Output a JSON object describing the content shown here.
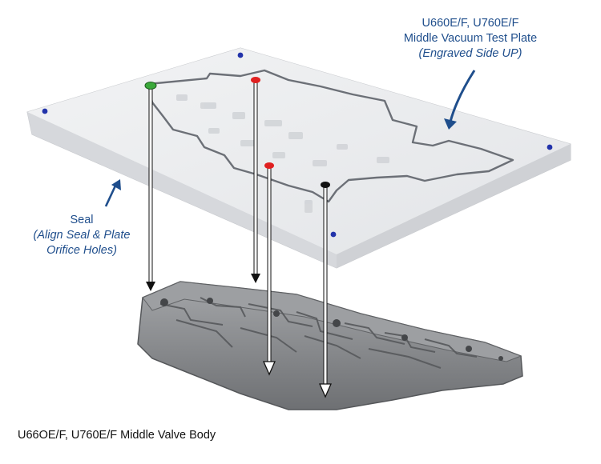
{
  "labels": {
    "plate": {
      "line1": "U660E/F, U760E/F",
      "line2": "Middle Vacuum Test Plate",
      "line3": "(Engraved Side UP)"
    },
    "seal": {
      "line1": "Seal",
      "line2": "(Align Seal & Plate",
      "line3": "Orifice Holes)"
    },
    "caption": "U66OE/F, U760E/F Middle Valve Body"
  },
  "colors": {
    "label_text": "#1f4e8c",
    "arrow_blue": "#1f4e8c",
    "plate_fill": "#e9eaec",
    "plate_edge": "#d3d5d9",
    "seal_line": "#6c7077",
    "valve_body": "#8b8d90",
    "valve_body_dark": "#5f6164",
    "marker_green": "#3aa83a",
    "marker_red": "#e02020",
    "marker_black": "#111111",
    "marker_blue": "#2233aa"
  },
  "icons": {
    "plate_to_label_arrow": "curved-arrow-icon",
    "seal_pointer_arrow": "arrow-up-right-icon",
    "alignment_arrow": "arrow-down-icon"
  }
}
